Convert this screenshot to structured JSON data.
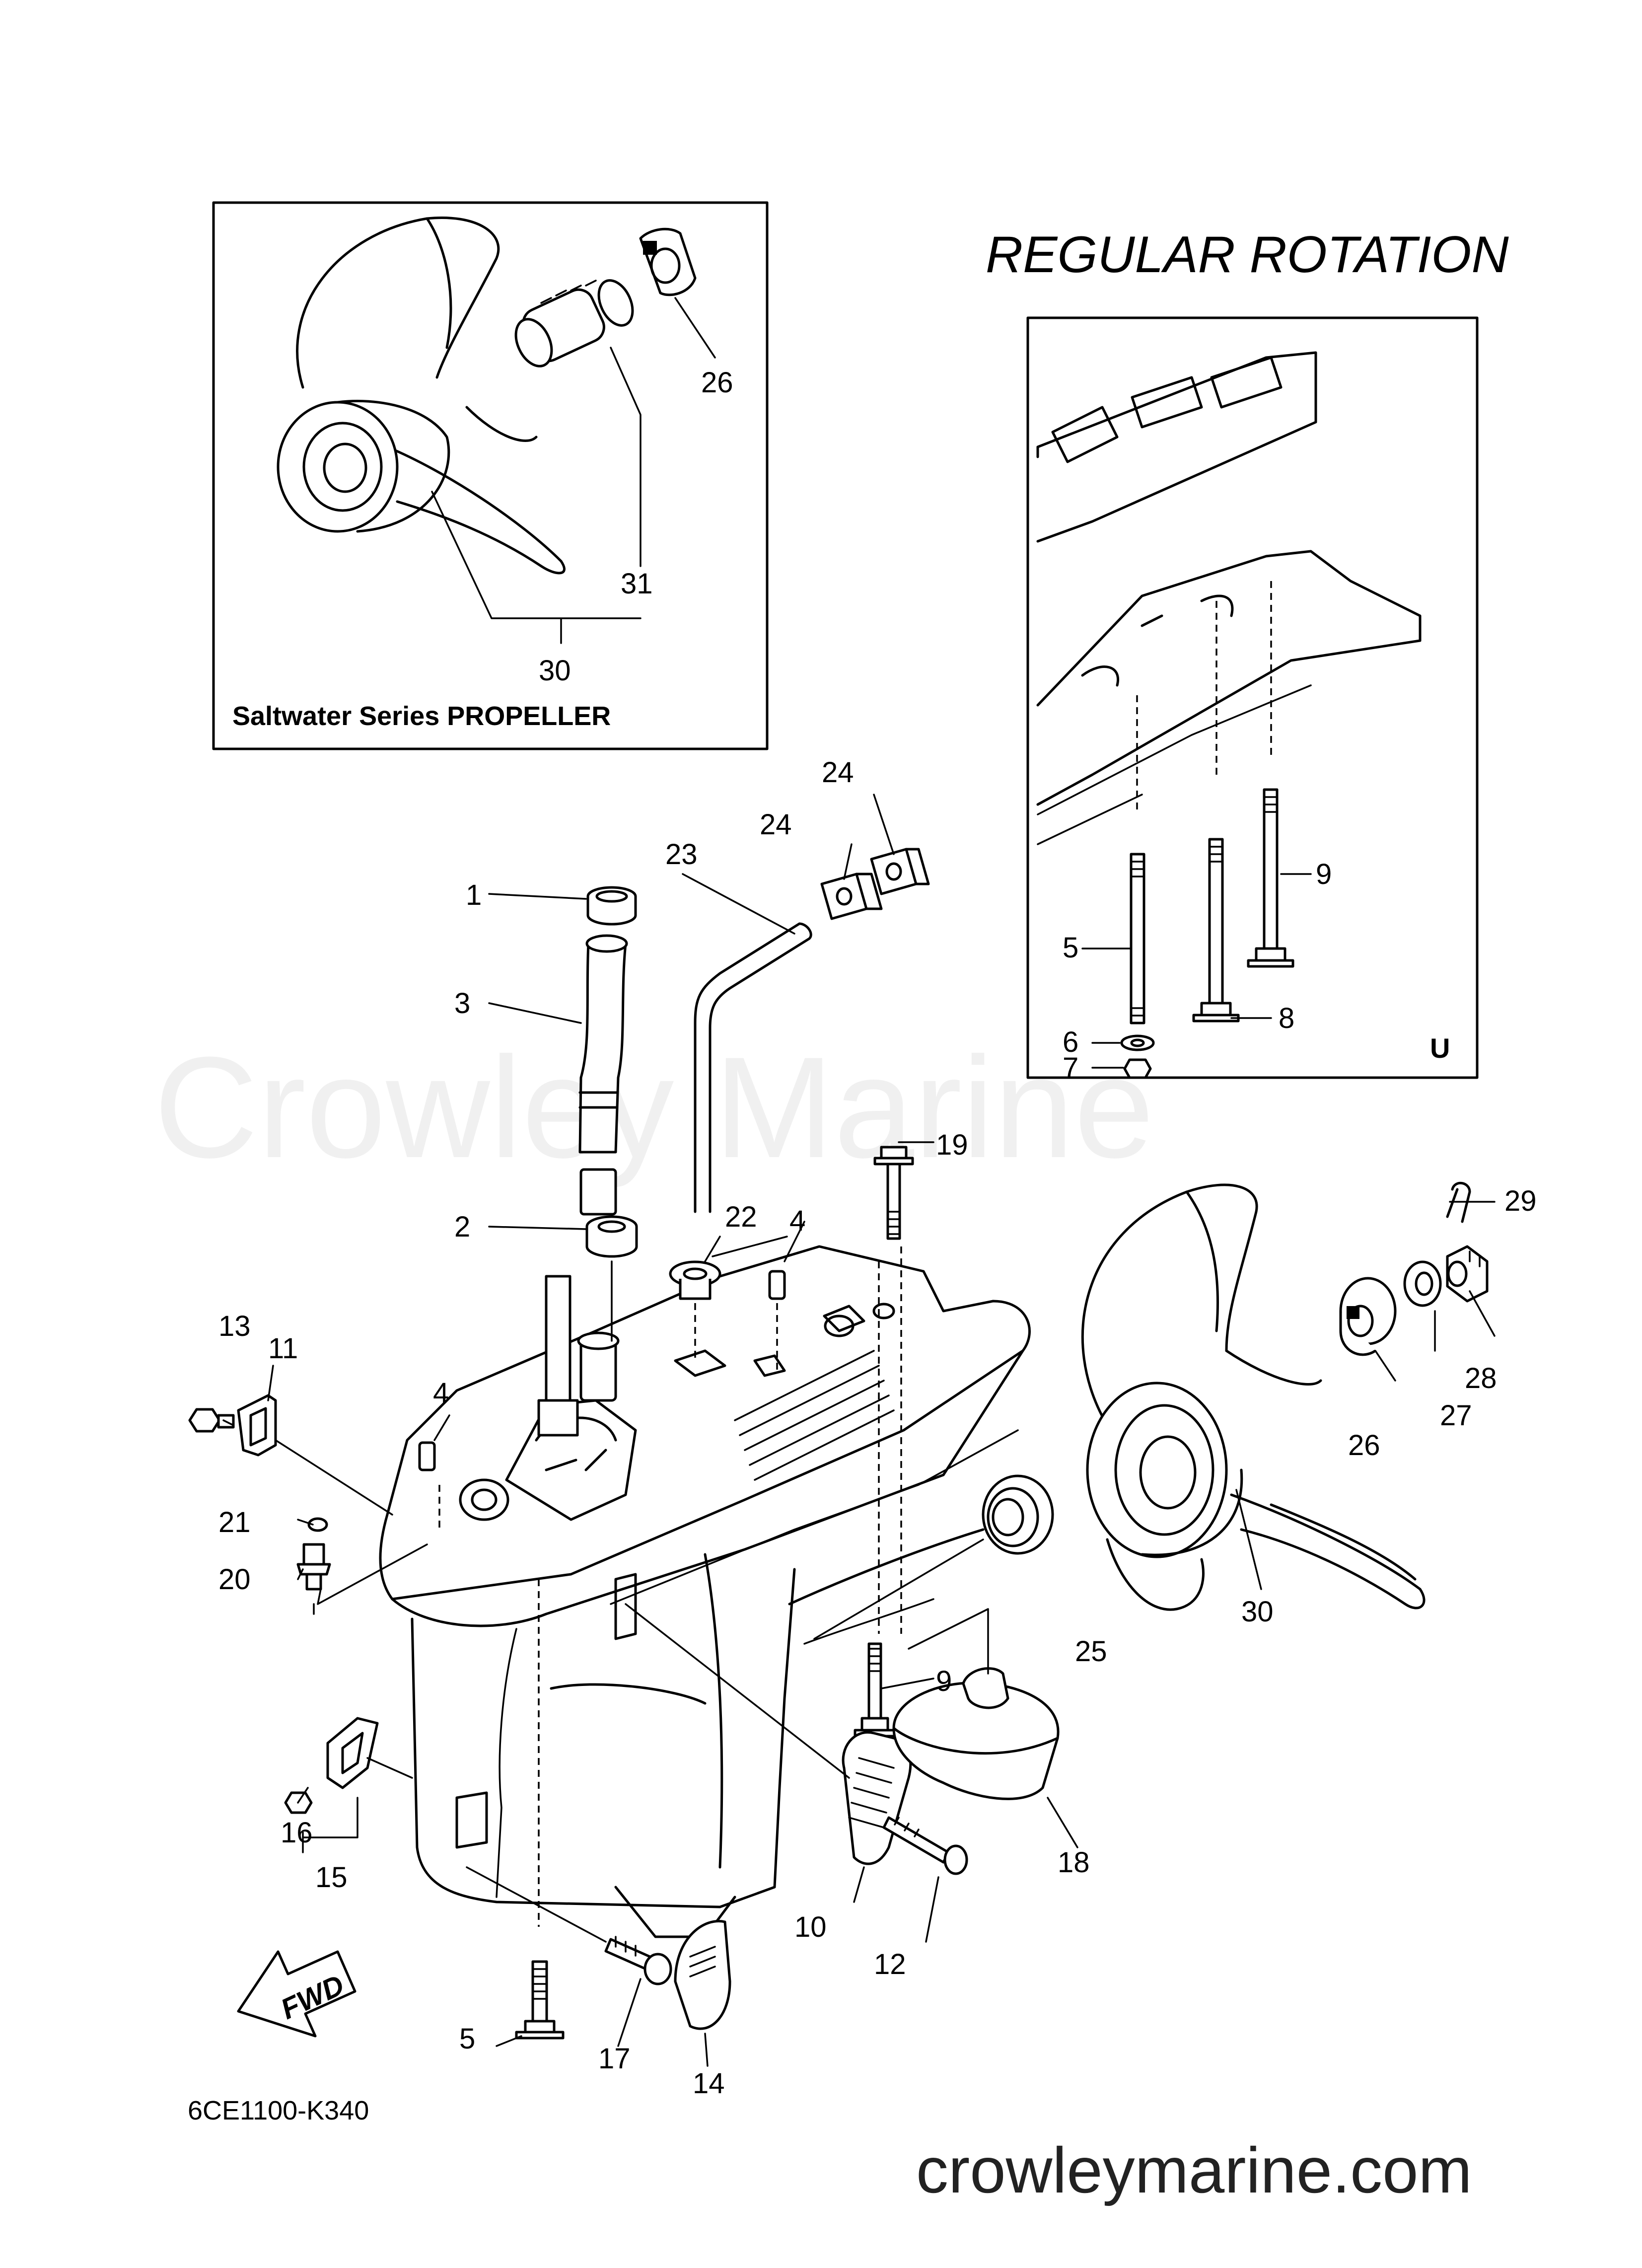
{
  "title": "REGULAR ROTATION",
  "inset": {
    "caption": "Saltwater Series PROPELLER",
    "labels": [
      "26",
      "31",
      "30"
    ]
  },
  "detail_box": {
    "tag": "U",
    "labels": [
      "9",
      "5",
      "8",
      "6",
      "7"
    ]
  },
  "diagram_code": "6CE1100-K340",
  "watermark": "Crowley Marine",
  "website": "crowleymarine.com",
  "fwd_label": "FWD",
  "callouts": [
    "1",
    "2",
    "3",
    "4",
    "4",
    "5",
    "9",
    "10",
    "11",
    "12",
    "13",
    "14",
    "15",
    "16",
    "17",
    "18",
    "19",
    "20",
    "21",
    "22",
    "23",
    "24",
    "24",
    "25",
    "26",
    "27",
    "28",
    "29",
    "30"
  ]
}
